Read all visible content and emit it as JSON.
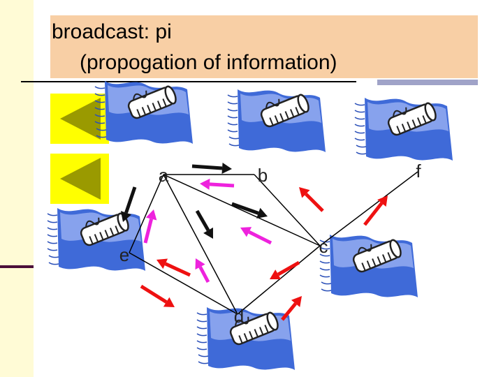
{
  "slide": {
    "title_line1": "broadcast: pi",
    "title_line2": "(propogation of information)"
  },
  "nodes": {
    "a": "a",
    "b": "b",
    "c": "c",
    "d": "d",
    "e": "e",
    "f": "f"
  },
  "colors": {
    "title_bg": "#f8cfa5",
    "nav_bg": "#ffff00",
    "nav_arrow": "#9a9a00",
    "black_arrow": "#111111",
    "magenta_arrow": "#ee22dd",
    "red_arrow": "#ee1111",
    "banner_blue": "#3f6ad8"
  },
  "icons": [
    "scroll-banner-icon",
    "previous-slide-arrow-icon"
  ]
}
